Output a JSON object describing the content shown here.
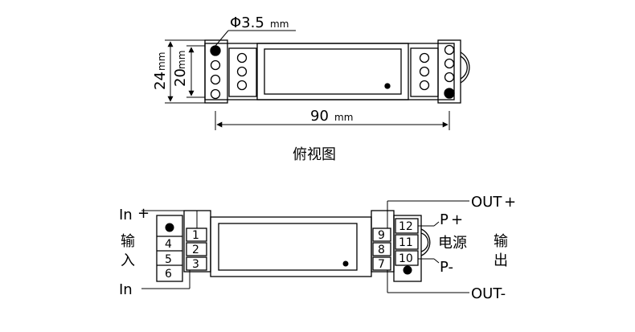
{
  "top_view": {
    "hole_dim": "Φ3.5",
    "hole_unit": "mm",
    "width_dim": "90",
    "width_unit": "mm",
    "height_outer_dim": "24",
    "height_outer_unit": "mm",
    "height_inner_dim": "20",
    "height_inner_unit": "mm",
    "caption": "俯视图"
  },
  "wiring": {
    "in_plus": "In",
    "in_minus": "In",
    "input_label_1": "输",
    "input_label_2": "入",
    "out_plus": "OUT",
    "out_minus": "OUT-",
    "power_plus": "P",
    "power_minus": "P-",
    "power_label": "电源",
    "output_label_1": "输",
    "output_label_2": "出",
    "left_outer_terminals": [
      "4",
      "5",
      "6"
    ],
    "left_inner_terminals": [
      "1",
      "2",
      "3"
    ],
    "right_inner_terminals": [
      "9",
      "8",
      "7"
    ],
    "right_outer_terminals": [
      "12",
      "11",
      "10"
    ]
  }
}
